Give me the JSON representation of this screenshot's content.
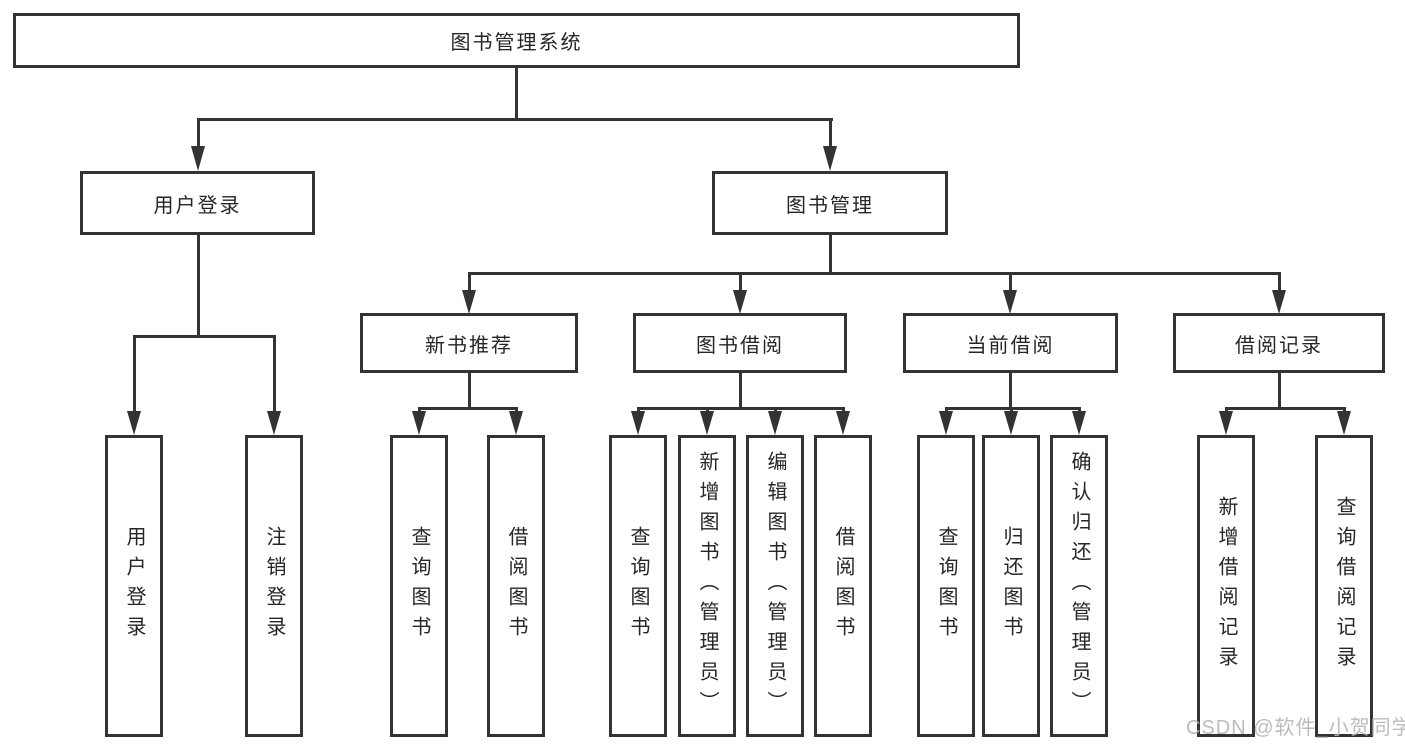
{
  "colors": {
    "line": "#333333",
    "box_border": "#333333",
    "box_fill": "#ffffff",
    "text": "#262626",
    "watermark": "#b5b5b5",
    "background": "#ffffff"
  },
  "watermark": "CSDN @软件_小贺同学",
  "nodes": {
    "root": "图书管理系统",
    "user_login": "用户登录",
    "book_mgmt": "图书管理",
    "new_book_rec": "新书推荐",
    "book_borrow": "图书借阅",
    "current_borrow": "当前借阅",
    "borrow_records": "借阅记录",
    "leaf_user_login": "用户登录",
    "leaf_logout": "注销登录",
    "leaf_query_book_a": "查询图书",
    "leaf_borrow_book_a": "借阅图书",
    "leaf_query_book_b": "查询图书",
    "leaf_add_book_admin": "新增图书（管理员）",
    "leaf_edit_book_admin": "编辑图书（管理员）",
    "leaf_borrow_book_b": "借阅图书",
    "leaf_query_book_c": "查询图书",
    "leaf_return_book": "归还图书",
    "leaf_confirm_return_admin": "确认归还（管理员）",
    "leaf_add_borrow_record": "新增借阅记录",
    "leaf_query_borrow_record": "查询借阅记录"
  },
  "hierarchy": {
    "图书管理系统": [
      "用户登录",
      "图书管理"
    ],
    "用户登录": [
      "用户登录",
      "注销登录"
    ],
    "图书管理": [
      "新书推荐",
      "图书借阅",
      "当前借阅",
      "借阅记录"
    ],
    "新书推荐": [
      "查询图书",
      "借阅图书"
    ],
    "图书借阅": [
      "查询图书",
      "新增图书（管理员）",
      "编辑图书（管理员）",
      "借阅图书"
    ],
    "当前借阅": [
      "查询图书",
      "归还图书",
      "确认归还（管理员）"
    ],
    "借阅记录": [
      "新增借阅记录",
      "查询借阅记录"
    ]
  }
}
